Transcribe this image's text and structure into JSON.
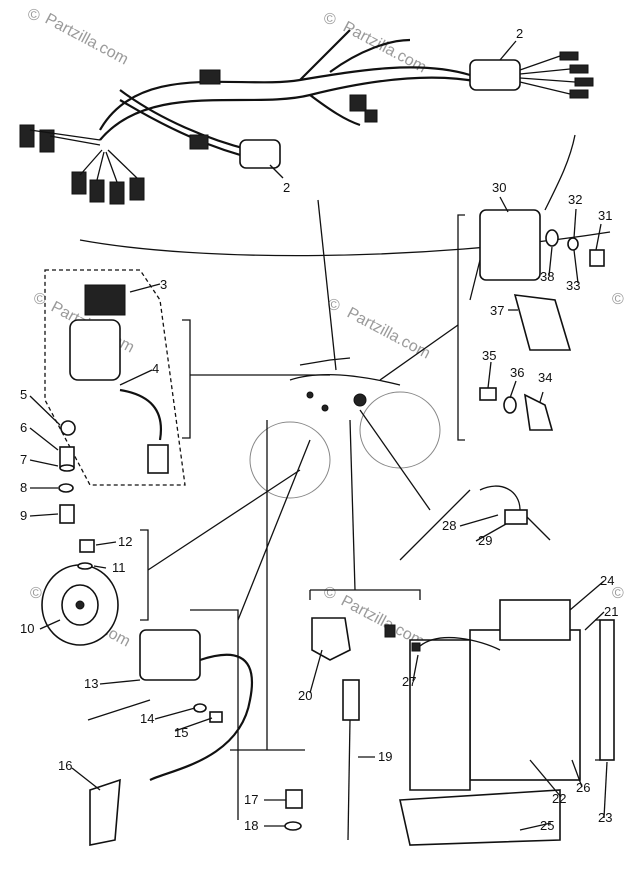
{
  "watermark": {
    "symbol": "©",
    "text": "Partzilla.com"
  },
  "callouts": [
    "2",
    "2",
    "3",
    "4",
    "5",
    "6",
    "7",
    "8",
    "9",
    "10",
    "11",
    "12",
    "13",
    "14",
    "15",
    "16",
    "17",
    "18",
    "19",
    "20",
    "21",
    "22",
    "23",
    "24",
    "25",
    "26",
    "27",
    "28",
    "29",
    "30",
    "31",
    "32",
    "33",
    "34",
    "35",
    "36",
    "37",
    "38"
  ]
}
